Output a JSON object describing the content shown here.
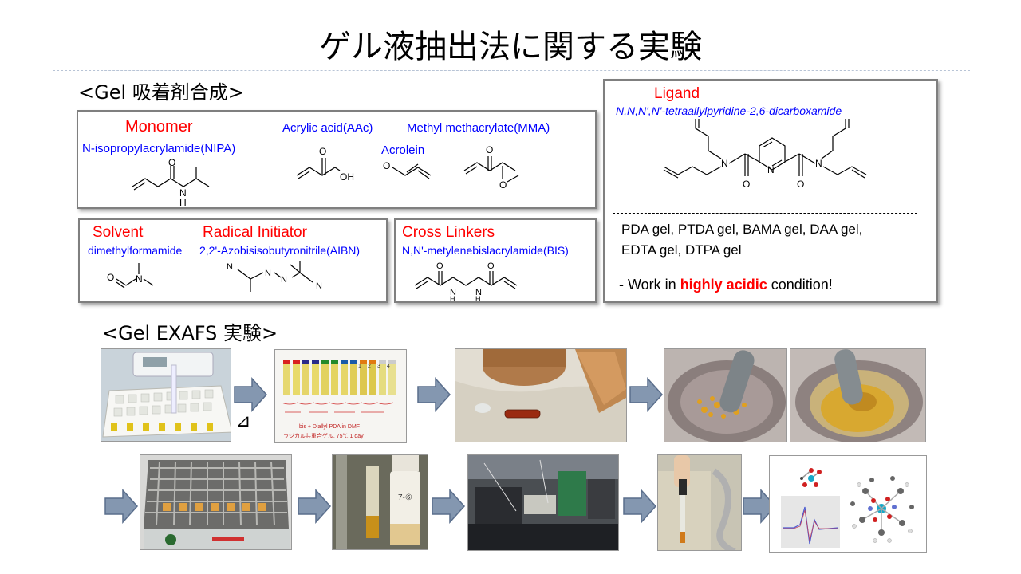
{
  "title": "ゲル液抽出法に関する実験",
  "section_synthesis": "<Gel 吸着剤合成>",
  "section_exafs": "<Gel EXAFS 実験>",
  "monomer_box": {
    "heading": "Monomer",
    "nipa": "N-isopropylacrylamide(NIPA)",
    "aac": "Acrylic acid(AAc)",
    "mma": "Methyl methacrylate(MMA)",
    "acrolein": "Acrolein"
  },
  "solvent_box": {
    "solvent_heading": "Solvent",
    "solvent_name": "dimethylformamide",
    "initiator_heading": "Radical Initiator",
    "initiator_name": "2,2'-Azobisisobutyronitrile(AIBN)"
  },
  "crosslinker_box": {
    "heading": "Cross Linkers",
    "name": "N,N'-metylenebislacrylamide(BIS)"
  },
  "ligand_box": {
    "heading": "Ligand",
    "name": "N,N,N',N'-tetraallylpyridine-2,6-dicarboxamide",
    "gels_line1": "PDA gel, PTDA gel, BAMA gel, DAA gel,",
    "gels_line2": "EDTA gel, DTPA gel",
    "note_prefix": "- Work in ",
    "note_highlight": "highly acidic",
    "note_suffix": " condition!"
  },
  "photo_labels": {
    "vial_labels": [
      "1",
      "2",
      "3",
      "4"
    ],
    "note_line1": "bis + Diallyl PDA in DMF",
    "note_line2": "ラジカル共重合ゲル, 75℃ 1 day",
    "bottle_label": "7-⑥",
    "heat_symbol": "⊿"
  },
  "colors": {
    "red_heading": "#ff0000",
    "blue_text": "#0000ff",
    "arrow_fill": "#8497b0",
    "arrow_stroke": "#5a6e8c",
    "highlight": "#ff0000"
  }
}
